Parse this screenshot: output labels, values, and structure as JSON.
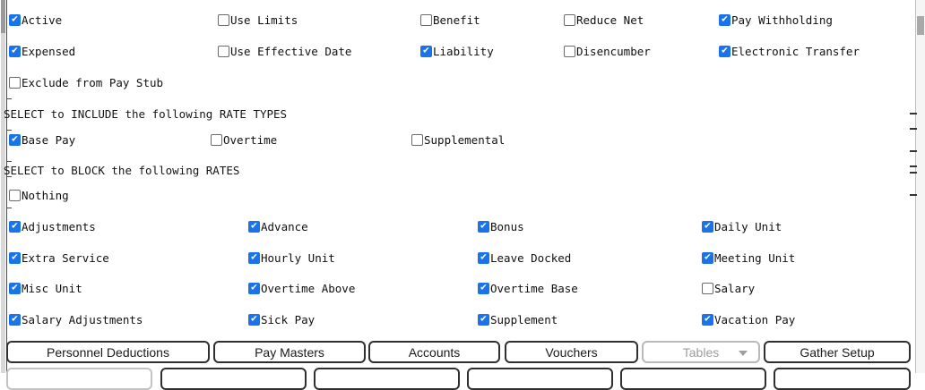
{
  "headers": {
    "include_rate_types": "SELECT to INCLUDE the following RATE TYPES",
    "block_rates": "SELECT to BLOCK the following RATES"
  },
  "flags": {
    "rows": [
      [
        {
          "label": "Active",
          "checked": true
        },
        {
          "label": "Use Limits",
          "checked": false
        },
        {
          "label": "Benefit",
          "checked": false
        },
        {
          "label": "Reduce Net",
          "checked": false
        },
        {
          "label": "Pay Withholding",
          "checked": true
        }
      ],
      [
        {
          "label": "Expensed",
          "checked": true
        },
        {
          "label": "Use Effective Date",
          "checked": false
        },
        {
          "label": "Liability",
          "checked": true
        },
        {
          "label": "Disencumber",
          "checked": false
        },
        {
          "label": "Electronic Transfer",
          "checked": true
        }
      ],
      [
        {
          "label": "Exclude from Pay Stub",
          "checked": false
        }
      ]
    ]
  },
  "rate_types": [
    {
      "label": "Base Pay",
      "checked": true
    },
    {
      "label": "Overtime",
      "checked": false
    },
    {
      "label": "Supplemental",
      "checked": false
    }
  ],
  "block_rates": [
    {
      "label": "Nothing",
      "checked": false
    }
  ],
  "rates": {
    "rows": [
      [
        {
          "label": "Adjustments",
          "checked": true
        },
        {
          "label": "Advance",
          "checked": true
        },
        {
          "label": "Bonus",
          "checked": true
        },
        {
          "label": "Daily Unit",
          "checked": true
        }
      ],
      [
        {
          "label": "Extra Service",
          "checked": true
        },
        {
          "label": "Hourly Unit",
          "checked": true
        },
        {
          "label": "Leave Docked",
          "checked": true
        },
        {
          "label": "Meeting Unit",
          "checked": true
        }
      ],
      [
        {
          "label": "Misc Unit",
          "checked": true
        },
        {
          "label": "Overtime Above",
          "checked": true
        },
        {
          "label": "Overtime Base",
          "checked": true
        },
        {
          "label": "Salary",
          "checked": false
        }
      ],
      [
        {
          "label": "Salary Adjustments",
          "checked": true
        },
        {
          "label": "Sick Pay",
          "checked": true
        },
        {
          "label": "Supplement",
          "checked": true
        },
        {
          "label": "Vacation Pay",
          "checked": true
        }
      ]
    ]
  },
  "toolbar": {
    "buttons": [
      {
        "label": "Personnel Deductions",
        "enabled": true
      },
      {
        "label": "Pay Masters",
        "enabled": true
      },
      {
        "label": "Accounts",
        "enabled": true
      },
      {
        "label": "Vouchers",
        "enabled": true
      },
      {
        "label": "Tables",
        "enabled": false,
        "dropdown": true
      },
      {
        "label": "Gather Setup",
        "enabled": true
      }
    ]
  },
  "colors": {
    "checkbox_accent": "#1a73e8",
    "button_border": "#2f2f2f",
    "disabled_gray": "#9e9e9e",
    "scrollbar_thumb": "#a0a0a0"
  }
}
